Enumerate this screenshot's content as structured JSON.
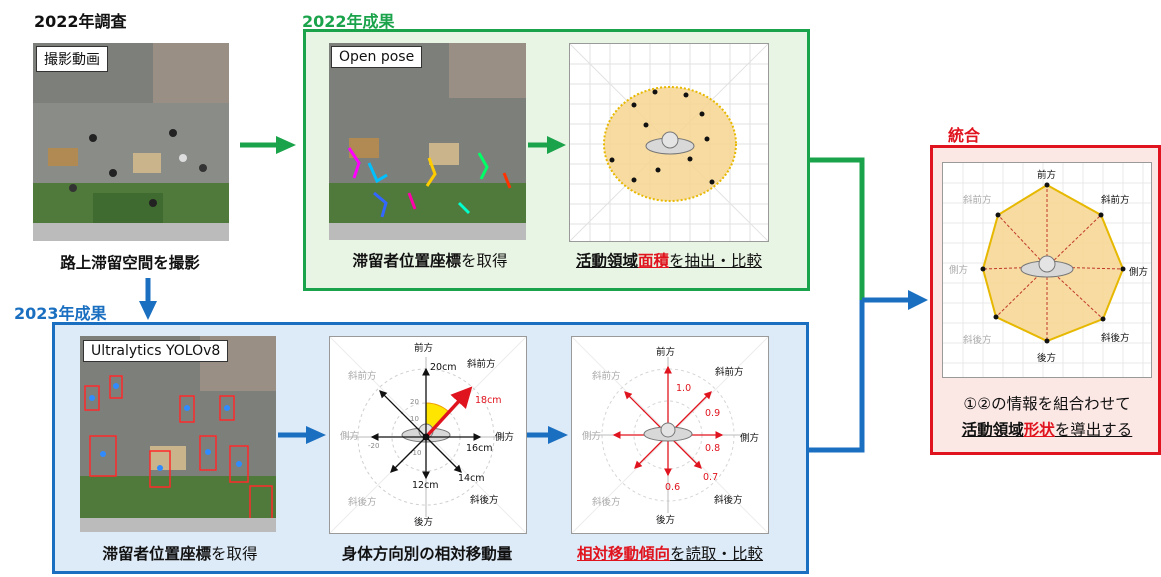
{
  "header_2022_survey": "2022年調査",
  "header_2022_result": "2022年成果",
  "header_2023_result": "2023年成果",
  "header_integration": "統合",
  "tag_video": "撮影動画",
  "tag_openpose": "Open pose",
  "tag_yolo": "Ultralytics YOLOv8",
  "caption_survey": "路上滞留空間を撮影",
  "caption_pos_2022": {
    "bold": "滞留者位置座標",
    "rest": "を取得"
  },
  "caption_area": {
    "part1": "活動領域",
    "part2": "面積",
    "part3": "を抽出・比較"
  },
  "caption_pos_2023": {
    "bold": "滞留者位置座標",
    "rest": "を取得"
  },
  "caption_movement": "身体方向別の相対移動量",
  "caption_tendency": {
    "part1": "相対移動傾向",
    "part2": "を読取・比較"
  },
  "caption_integration_line1": "①②の情報を組合わせて",
  "caption_integration_line2": {
    "part1": "活動領域",
    "part2": "形状",
    "part3": "を導出する"
  },
  "direction_labels": {
    "front": "前方",
    "front_diag": "斜前方",
    "side": "側方",
    "back_diag": "斜後方",
    "back": "後方"
  },
  "movement_labels": {
    "front": "20cm",
    "front_diag": "18cm",
    "side": "16cm",
    "back_diag": "14cm",
    "back": "12cm"
  },
  "axis_ticks": [
    "20",
    "10",
    "-10",
    "-20"
  ],
  "tendency_values": {
    "front": "1.0",
    "front_diag": "0.9",
    "side": "0.8",
    "back_diag": "0.7",
    "back": "0.6"
  },
  "colors": {
    "green": "#1aa34a",
    "blue": "#1a6fc0",
    "red": "#e0141e",
    "area_fill": "#f6d58f",
    "area_stroke": "#e6b800"
  }
}
